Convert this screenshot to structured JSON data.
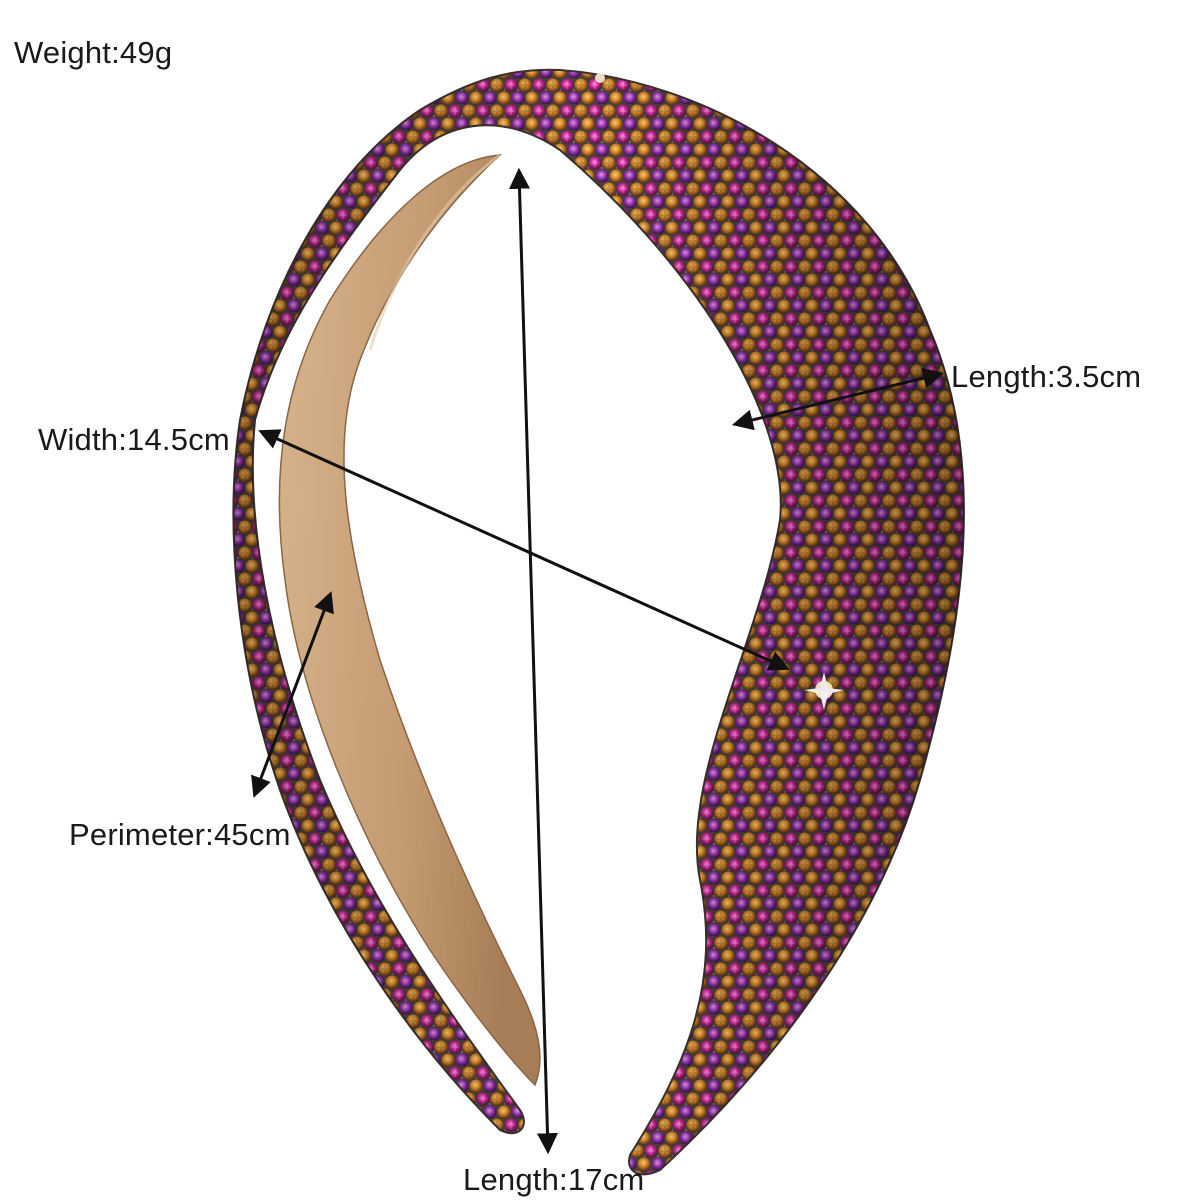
{
  "labels": {
    "weight": "Weight:49g",
    "length_thickness": "Length:3.5cm",
    "width": "Width:14.5cm",
    "perimeter": "Perimeter:45cm",
    "length_height": "Length:17cm"
  },
  "colors": {
    "background": "#ffffff",
    "band_base": "#4a3f3c",
    "stone_magenta": "#c2268f",
    "stone_gold": "#d98a2a",
    "lining": "#c8a47c",
    "arrow": "#111111"
  }
}
